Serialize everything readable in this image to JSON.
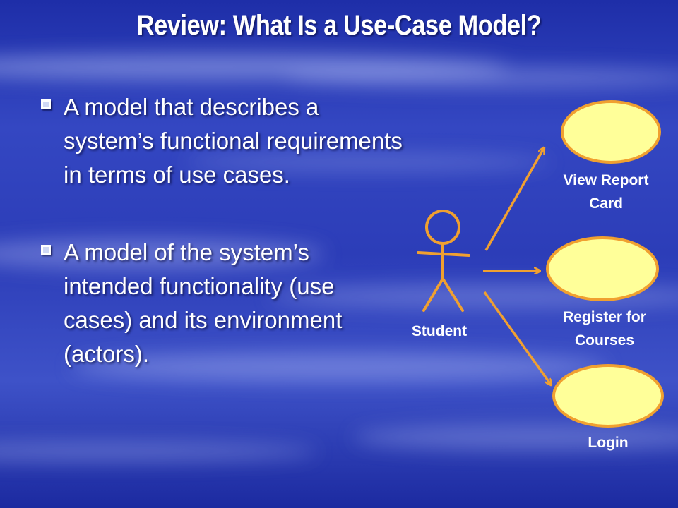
{
  "slide": {
    "title": "Review: What Is a Use-Case Model?",
    "bullets": [
      "A model that describes a system’s functional requirements in terms of use cases.",
      "A model of the system’s intended functionality (use cases) and its environment (actors)."
    ]
  },
  "diagram": {
    "actor": {
      "label": "Student"
    },
    "use_cases": [
      {
        "label_lines": [
          "View Report",
          "Card"
        ]
      },
      {
        "label_lines": [
          "Register for",
          "Courses"
        ]
      },
      {
        "label_lines": [
          "Login"
        ]
      }
    ],
    "colors": {
      "ellipse_fill": "#ffff99",
      "ellipse_stroke": "#f0a030",
      "actor_stroke": "#f0a030",
      "arrow": "#f0a030",
      "text": "#ffffff"
    }
  }
}
